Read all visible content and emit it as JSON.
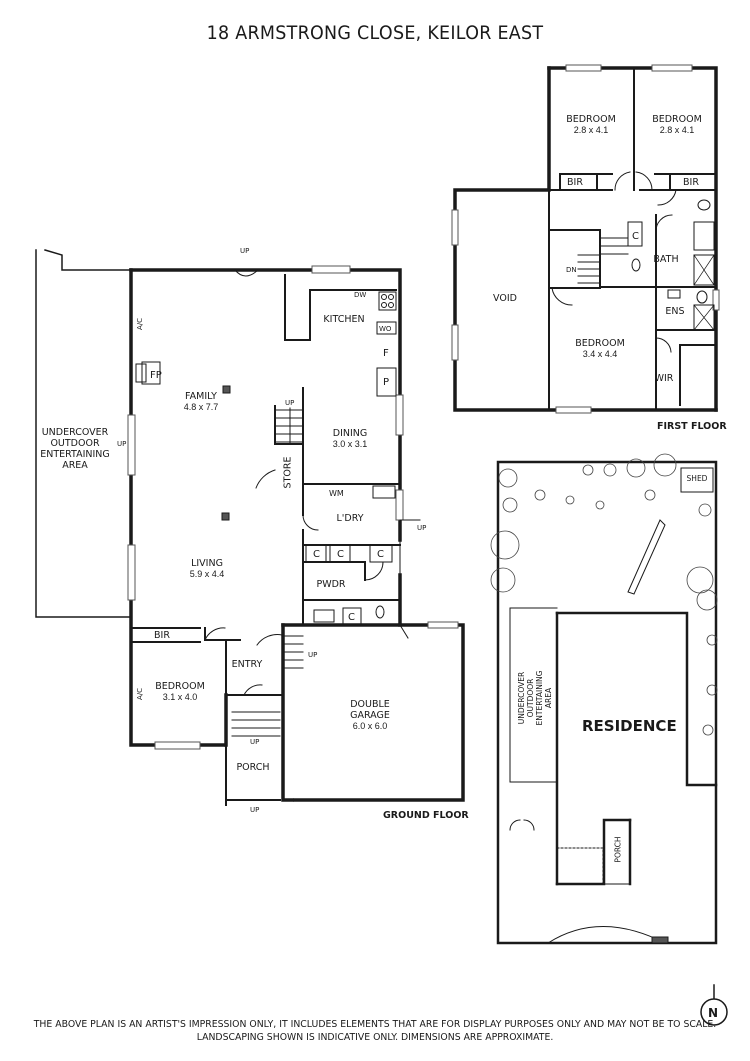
{
  "title": "18 ARMSTRONG CLOSE, KEILOR EAST",
  "floors": {
    "ground": "GROUND FLOOR",
    "first": "FIRST FLOOR"
  },
  "rooms": {
    "undercover": [
      "UNDERCOVER",
      "OUTDOOR",
      "ENTERTAINING",
      "AREA"
    ],
    "kitchen": "KITCHEN",
    "family": {
      "name": "FAMILY",
      "dim": "4.8 x 7.7"
    },
    "dining": {
      "name": "DINING",
      "dim": "3.0 x 3.1"
    },
    "store": "STORE",
    "laundry": "L'DRY",
    "living": {
      "name": "LIVING",
      "dim": "5.9 x 4.4"
    },
    "powder": "PWDR",
    "bir_ground": "BIR",
    "bedroom_ground": {
      "name": "BEDROOM",
      "dim": "3.1 x 4.0"
    },
    "entry": "ENTRY",
    "porch": "PORCH",
    "garage": {
      "name": "DOUBLE",
      "name2": "GARAGE",
      "dim": "6.0 x 6.0"
    },
    "bed_fl_1": {
      "name": "BEDROOM",
      "dim": "2.8 x 4.1"
    },
    "bed_fl_2": {
      "name": "BEDROOM",
      "dim": "2.8 x 4.1"
    },
    "bir_fl_1": "BIR",
    "bir_fl_2": "BIR",
    "void": "VOID",
    "bath": "BATH",
    "ens": "ENS",
    "bed_fl_3": {
      "name": "BEDROOM",
      "dim": "3.4 x 4.4"
    },
    "wir": "WIR"
  },
  "fixtures": {
    "ac": "A/C",
    "fp": "FP",
    "dw": "DW",
    "wo": "WO",
    "f": "F",
    "p": "P",
    "wm": "WM",
    "c": "C",
    "up": "UP",
    "dn": "DN"
  },
  "site": {
    "residence": "RESIDENCE",
    "shed": "SHED",
    "porch": "PORCH",
    "undercover": [
      "UNDERCOVER",
      "OUTDOOR",
      "ENTERTAINING",
      "AREA"
    ]
  },
  "compass": "N",
  "disclaimer": [
    "THE ABOVE PLAN IS AN ARTIST'S IMPRESSION ONLY, IT INCLUDES ELEMENTS THAT ARE FOR DISPLAY PURPOSES ONLY AND MAY NOT BE TO SCALE.",
    "LANDSCAPING SHOWN IS INDICATIVE ONLY. DIMENSIONS ARE APPROXIMATE."
  ]
}
